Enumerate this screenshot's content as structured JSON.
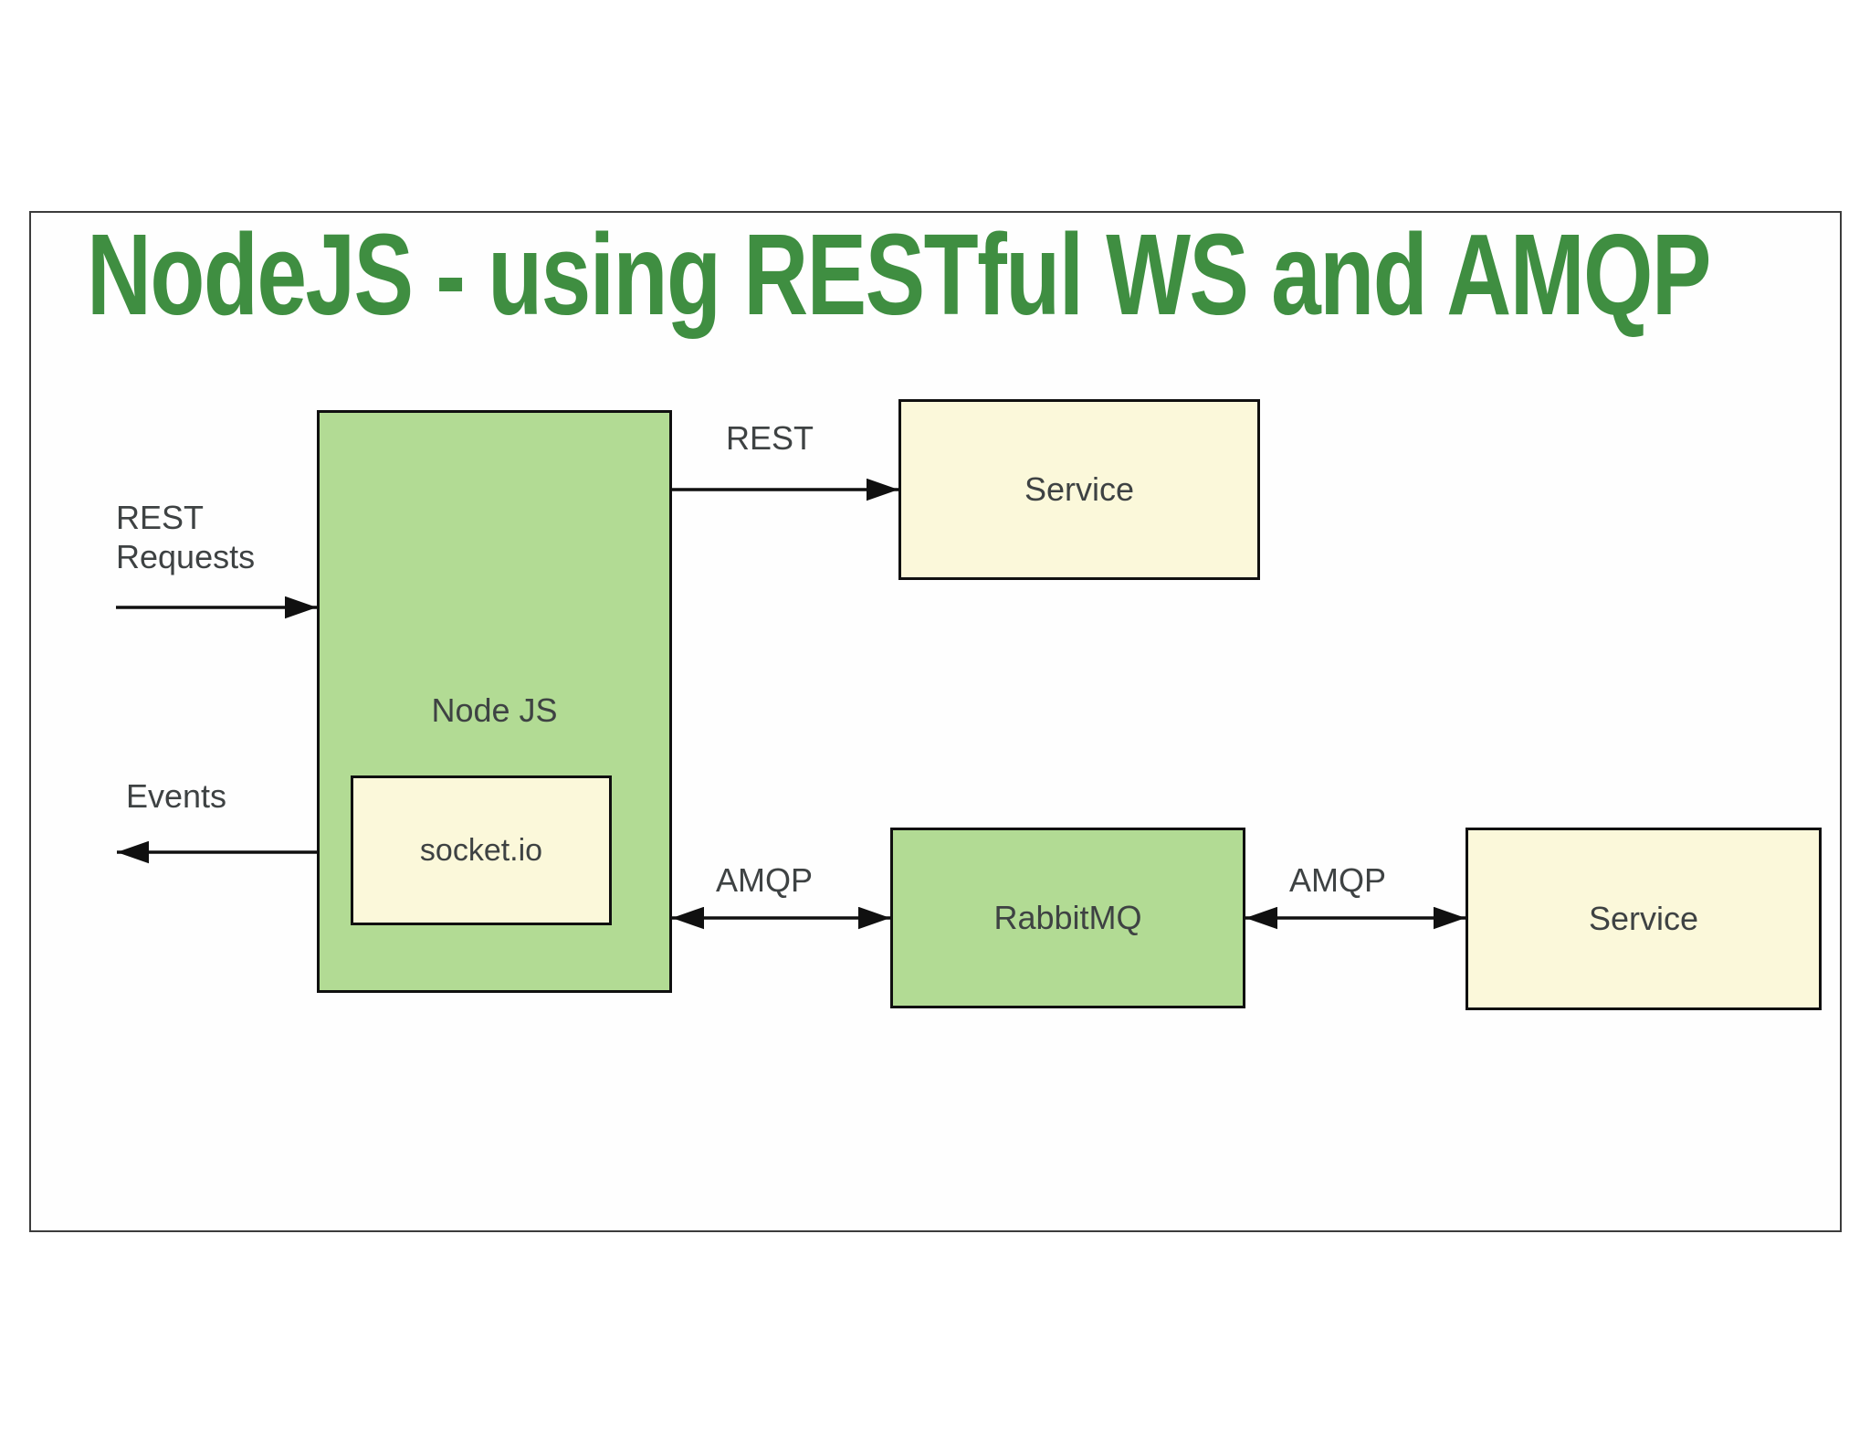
{
  "title": "NodeJS - using RESTful WS and AMQP",
  "colors": {
    "title_green": "#3f8e41",
    "box_green": "#b2db94",
    "box_yellow": "#fbf8da",
    "line": "#101010",
    "label_gray": "#3e4243",
    "frame": "#3c3c3c"
  },
  "nodes": {
    "nodejs": {
      "label": "Node JS"
    },
    "socketio": {
      "label": "socket.io"
    },
    "service_top": {
      "label": "Service"
    },
    "rabbitmq": {
      "label": "RabbitMQ"
    },
    "service_right": {
      "label": "Service"
    }
  },
  "edges": {
    "rest_requests": {
      "label": "REST Requests"
    },
    "rest": {
      "label": "REST"
    },
    "events": {
      "label": "Events"
    },
    "amqp_left": {
      "label": "AMQP"
    },
    "amqp_right": {
      "label": "AMQP"
    }
  }
}
